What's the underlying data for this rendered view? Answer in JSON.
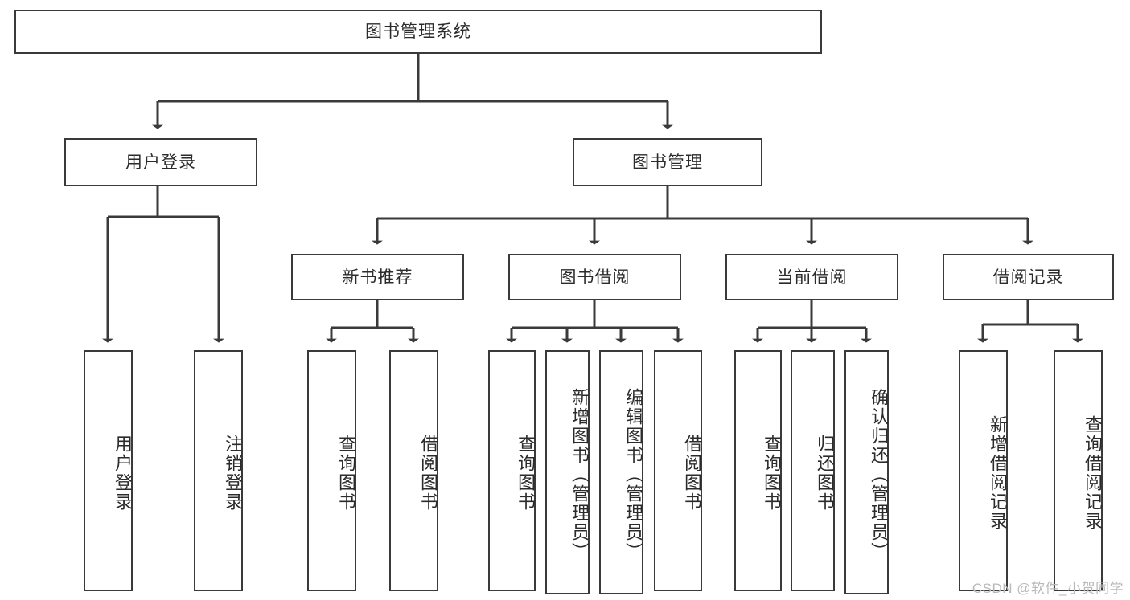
{
  "diagram": {
    "type": "tree-hierarchy",
    "root": {
      "label": "图书管理系统"
    },
    "level2": [
      {
        "label": "用户登录"
      },
      {
        "label": "图书管理"
      }
    ],
    "level3": [
      {
        "label": "新书推荐"
      },
      {
        "label": "图书借阅"
      },
      {
        "label": "当前借阅"
      },
      {
        "label": "借阅记录"
      }
    ],
    "leaves": {
      "user_login": [
        {
          "label": "用户登录"
        },
        {
          "label": "注销登录"
        }
      ],
      "new_book_recommend": [
        {
          "label": "查询图书"
        },
        {
          "label": "借阅图书"
        }
      ],
      "book_borrow": [
        {
          "label": "查询图书"
        },
        {
          "label": "新增图书（管理员）"
        },
        {
          "label": "编辑图书（管理员）"
        },
        {
          "label": "借阅图书"
        }
      ],
      "current_borrow": [
        {
          "label": "查询图书"
        },
        {
          "label": "归还图书"
        },
        {
          "label": "确认归还（管理员）"
        }
      ],
      "borrow_record": [
        {
          "label": "新增借阅记录"
        },
        {
          "label": "查询借阅记录"
        }
      ]
    }
  },
  "watermark": {
    "text": "CSDN @软件_小贺同学"
  },
  "colors": {
    "border": "#3a3a3a",
    "connector": "#3a3a3a",
    "text": "#2b2b2b",
    "background": "#ffffff",
    "watermark": "#b9b9b9"
  }
}
